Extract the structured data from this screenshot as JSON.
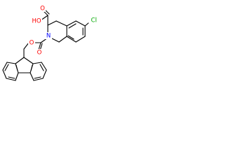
{
  "atoms": {
    "acid_oxygen": "O",
    "acid_hydroxyl": "HO",
    "chlorine": "Cl",
    "ring_nitrogen": "N",
    "ester_oxygen": "O",
    "carbonyl_oxygen": "O"
  },
  "colors": {
    "oxygen": "#ff0000",
    "chlorine": "#00a800",
    "nitrogen": "#0000ff",
    "bond": "#000000",
    "background": "#ffffff"
  }
}
